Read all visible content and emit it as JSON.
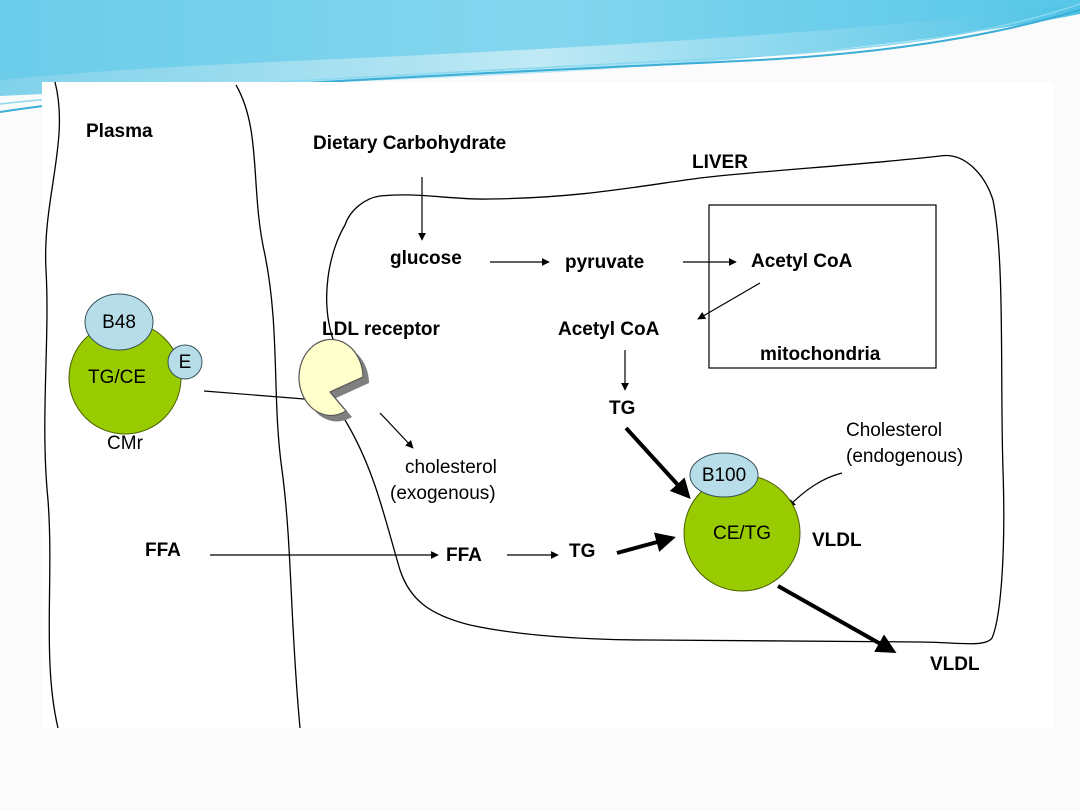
{
  "regions": {
    "plasma": "Plasma",
    "liver": "LIVER",
    "mitochondria": "mitochondria"
  },
  "pathway": {
    "dietary_carbohydrate": "Dietary Carbohydrate",
    "glucose": "glucose",
    "pyruvate": "pyruvate",
    "acetyl_coa_mito": "Acetyl CoA",
    "acetyl_coa_cyto": "Acetyl CoA",
    "tg_from_acetyl": "TG",
    "ffa_plasma": "FFA",
    "ffa_liver": "FFA",
    "tg_from_ffa": "TG",
    "vldl_exported": "VLDL"
  },
  "chylomicron_remnant": {
    "apo_b48": "B48",
    "core": "TG/CE",
    "apo_e": "E",
    "name": "CMr"
  },
  "receptor": {
    "name": "LDL receptor",
    "output_line1": "cholesterol",
    "output_line2": "(exogenous)"
  },
  "vldl_particle": {
    "apo_b100": "B100",
    "core": "CE/TG",
    "name": "VLDL",
    "input_line1": "Cholesterol",
    "input_line2": "(endogenous)"
  },
  "colors": {
    "lipoprotein_core": "#99cc00",
    "apolipoprotein": "#b7dde8",
    "receptor": "#ffffcc"
  }
}
